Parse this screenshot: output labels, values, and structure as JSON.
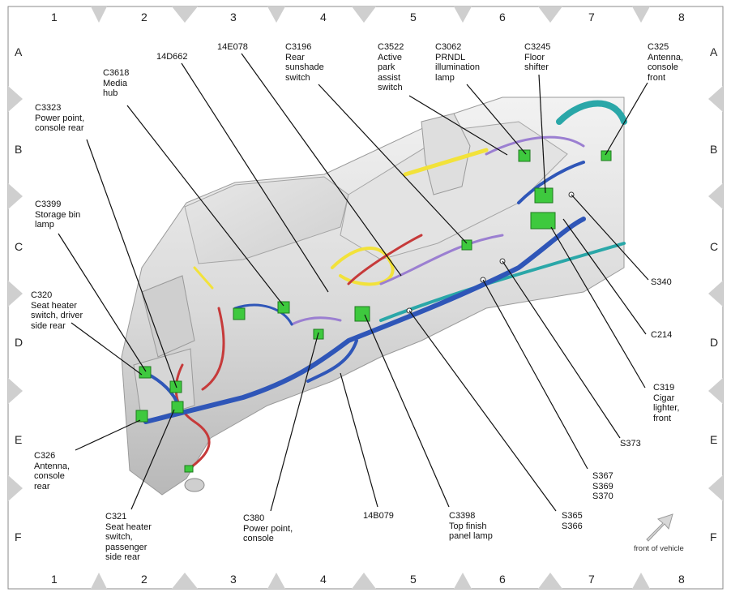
{
  "grid": {
    "columns": [
      "1",
      "2",
      "3",
      "4",
      "5",
      "6",
      "7",
      "8"
    ],
    "rows": [
      "A",
      "B",
      "C",
      "D",
      "E",
      "F"
    ]
  },
  "connectors": [
    {
      "id": "c3323",
      "text": "C3323\nPower point,\nconsole rear"
    },
    {
      "id": "c3618",
      "text": "C3618\nMedia\nhub"
    },
    {
      "id": "14d662",
      "text": "14D662"
    },
    {
      "id": "14e078",
      "text": "14E078"
    },
    {
      "id": "c3196",
      "text": "C3196\nRear\nsunshade\nswitch"
    },
    {
      "id": "c3522",
      "text": "C3522\nActive\npark\nassist\nswitch"
    },
    {
      "id": "c3062",
      "text": "C3062\nPRNDL\nillumination\nlamp"
    },
    {
      "id": "c3245",
      "text": "C3245\nFloor\nshifter"
    },
    {
      "id": "c325",
      "text": "C325\nAntenna,\nconsole\nfront"
    },
    {
      "id": "c3399",
      "text": "C3399\nStorage bin\nlamp"
    },
    {
      "id": "c320",
      "text": "C320\nSeat heater\nswitch, driver\nside rear"
    },
    {
      "id": "c326",
      "text": "C326\nAntenna,\nconsole\nrear"
    },
    {
      "id": "c321",
      "text": "C321\nSeat heater\nswitch,\npassenger\nside rear"
    },
    {
      "id": "c380",
      "text": "C380\nPower point,\nconsole"
    },
    {
      "id": "14b079",
      "text": "14B079"
    },
    {
      "id": "c3398",
      "text": "C3398\nTop finish\npanel lamp"
    },
    {
      "id": "s365",
      "text": "S365\nS366"
    },
    {
      "id": "s367",
      "text": "S367\nS369\nS370"
    },
    {
      "id": "s373",
      "text": "S373"
    },
    {
      "id": "c319",
      "text": "C319\nCigar\nlighter,\nfront"
    },
    {
      "id": "c214",
      "text": "C214"
    },
    {
      "id": "s340",
      "text": "S340"
    }
  ],
  "front_of_vehicle": "front of vehicle",
  "colors": {
    "harness_blue": "#2f56b8",
    "harness_red": "#c63a3a",
    "harness_yellow": "#f2e23a",
    "harness_purple": "#9b7fd1",
    "harness_teal": "#2aa7a8",
    "connector_green": "#3ec93e",
    "frame": "#888888",
    "tick": "#c8c8c8"
  }
}
